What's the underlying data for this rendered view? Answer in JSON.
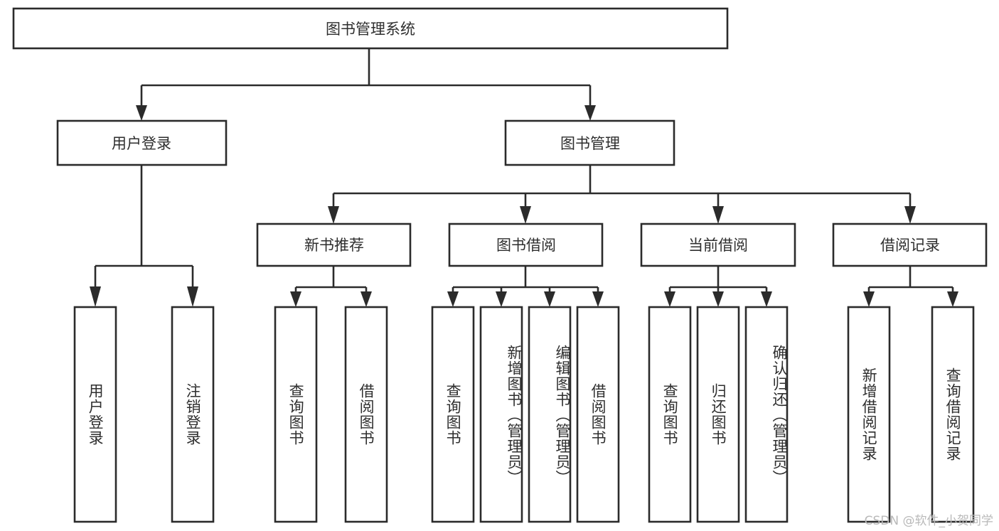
{
  "diagram": {
    "type": "tree-hierarchy",
    "title": "图书管理系统",
    "root": {
      "id": "root",
      "label": "图书管理系统",
      "orientation": "horizontal"
    },
    "level2": [
      {
        "id": "user-login",
        "label": "用户登录",
        "orientation": "horizontal"
      },
      {
        "id": "book-management",
        "label": "图书管理",
        "orientation": "horizontal"
      }
    ],
    "level3": [
      {
        "id": "new-book-recommend",
        "label": "新书推荐",
        "parent": "book-management",
        "orientation": "horizontal"
      },
      {
        "id": "book-borrow",
        "label": "图书借阅",
        "parent": "book-management",
        "orientation": "horizontal"
      },
      {
        "id": "current-borrow",
        "label": "当前借阅",
        "parent": "book-management",
        "orientation": "horizontal"
      },
      {
        "id": "borrow-record",
        "label": "借阅记录",
        "parent": "book-management",
        "orientation": "horizontal"
      }
    ],
    "leaves": [
      {
        "id": "leaf-user-login",
        "label": "用户登录",
        "parent": "user-login",
        "orientation": "vertical"
      },
      {
        "id": "leaf-user-logout",
        "label": "注销登录",
        "parent": "user-login",
        "orientation": "vertical"
      },
      {
        "id": "leaf-query-book-1",
        "label": "查询图书",
        "parent": "new-book-recommend",
        "orientation": "vertical"
      },
      {
        "id": "leaf-borrow-book-1",
        "label": "借阅图书",
        "parent": "new-book-recommend",
        "orientation": "vertical"
      },
      {
        "id": "leaf-query-book-2",
        "label": "查询图书",
        "parent": "book-borrow",
        "orientation": "vertical"
      },
      {
        "id": "leaf-add-book",
        "label": "新增图书（管理员）",
        "parent": "book-borrow",
        "orientation": "vertical"
      },
      {
        "id": "leaf-edit-book",
        "label": "编辑图书（管理员）",
        "parent": "book-borrow",
        "orientation": "vertical"
      },
      {
        "id": "leaf-borrow-book-2",
        "label": "借阅图书",
        "parent": "book-borrow",
        "orientation": "vertical"
      },
      {
        "id": "leaf-query-book-3",
        "label": "查询图书",
        "parent": "current-borrow",
        "orientation": "vertical"
      },
      {
        "id": "leaf-return-book",
        "label": "归还图书",
        "parent": "current-borrow",
        "orientation": "vertical"
      },
      {
        "id": "leaf-confirm-return",
        "label": "确认归还（管理员）",
        "parent": "current-borrow",
        "orientation": "vertical"
      },
      {
        "id": "leaf-add-record",
        "label": "新增借阅记录",
        "parent": "borrow-record",
        "orientation": "vertical"
      },
      {
        "id": "leaf-query-record",
        "label": "查询借阅记录",
        "parent": "borrow-record",
        "orientation": "vertical"
      }
    ],
    "colors": {
      "stroke": "#2b2b2b",
      "fill": "#ffffff",
      "text": "#2e2e2e",
      "watermark": "#b9b9b9"
    }
  },
  "watermark": {
    "text": "CSDN @软件_小贺同学"
  }
}
